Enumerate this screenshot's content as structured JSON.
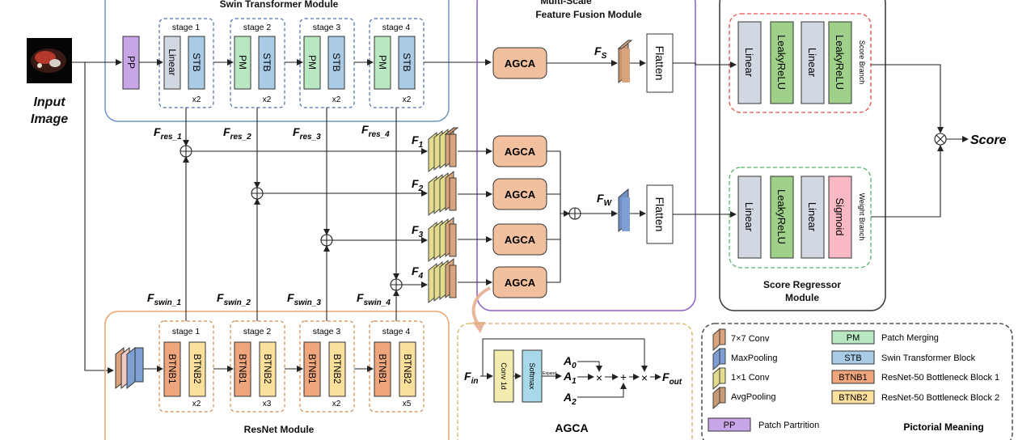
{
  "input": {
    "label_line1": "Input",
    "label_line2": "Image"
  },
  "swin": {
    "title": "Swin Transformer Module",
    "pp": "PP",
    "stages": [
      {
        "label": "stage 1",
        "a": "Linear",
        "b": "STB",
        "repeat": "x2"
      },
      {
        "label": "stage 2",
        "a": "PM",
        "b": "STB",
        "repeat": "x2"
      },
      {
        "label": "stage 3",
        "a": "PM",
        "b": "STB",
        "repeat": "x2"
      },
      {
        "label": "stage 4",
        "a": "PM",
        "b": "STB",
        "repeat": "x2"
      }
    ]
  },
  "resnet": {
    "title": "ResNet Module",
    "stages": [
      {
        "label": "stage 1",
        "a": "BTNB1",
        "b": "BTNB2",
        "repeat": "x2"
      },
      {
        "label": "stage 2",
        "a": "BTNB1",
        "b": "BTNB2",
        "repeat": "x3"
      },
      {
        "label": "stage 3",
        "a": "BTNB1",
        "b": "BTNB2",
        "repeat": "x2"
      },
      {
        "label": "stage 4",
        "a": "BTNB1",
        "b": "BTNB2",
        "repeat": "x5"
      }
    ]
  },
  "features": {
    "fres": [
      "F",
      "F",
      "F",
      "F"
    ],
    "fres_sub": [
      "res_1",
      "res_2",
      "res_3",
      "res_4"
    ],
    "fswin": [
      "F",
      "F",
      "F",
      "F"
    ],
    "fswin_sub": [
      "swin_1",
      "swin_2",
      "swin_3",
      "swin_4"
    ],
    "f": [
      "F",
      "F",
      "F",
      "F"
    ],
    "f_sub": [
      "1",
      "2",
      "3",
      "4"
    ],
    "fs": "F",
    "fs_sub": "S",
    "fw": "F",
    "fw_sub": "W"
  },
  "fusion": {
    "title_line1": "Multi-Scale",
    "title_line2": "Feature Fusion Module",
    "agca": "AGCA",
    "flatten": "Flatten"
  },
  "regressor": {
    "title_line1": "Score Regressor",
    "title_line2": "Module",
    "score_branch": {
      "label": "Score Branch",
      "blocks": [
        "Linear",
        "LeakyReLU",
        "Linear",
        "LeakyReLU"
      ]
    },
    "weight_branch": {
      "label": "Weight Branch",
      "blocks": [
        "Linear",
        "LeakyReLU",
        "Linear",
        "Sigmoid"
      ]
    },
    "output": "Score"
  },
  "agca_detail": {
    "title": "AGCA",
    "fin": "F",
    "fin_sub": "in",
    "conv": "Conv 1d",
    "softmax": "Softmax",
    "expand": "Expand",
    "a0": "A",
    "a0_sub": "0",
    "a1": "A",
    "a1_sub": "1",
    "a2": "A",
    "a2_sub": "2",
    "fout": "F",
    "fout_sub": "out",
    "times": "×",
    "plus": "+"
  },
  "legend": {
    "title": "Pictorial Meaning",
    "items": [
      {
        "kind": "slab",
        "color": "#d9a47c",
        "label": "7×7 Conv"
      },
      {
        "kind": "slab",
        "color": "#7d9fd4",
        "label": "MaxPooling"
      },
      {
        "kind": "slab",
        "color": "#e3dc8e",
        "label": "1×1 Conv"
      },
      {
        "kind": "slab",
        "color": "#c79b76",
        "label": "AvgPooling"
      },
      {
        "kind": "box",
        "color": "#b8e8c2",
        "abbr": "PM",
        "label": "Patch Merging"
      },
      {
        "kind": "box",
        "color": "#a9cbe6",
        "abbr": "STB",
        "label": "Swin Transformer Block"
      },
      {
        "kind": "box",
        "color": "#efa67d",
        "abbr": "BTNB1",
        "label": "ResNet-50 Bottleneck Block 1"
      },
      {
        "kind": "box",
        "color": "#fbe09b",
        "abbr": "BTNB2",
        "label": "ResNet-50 Bottleneck Block 2"
      },
      {
        "kind": "box",
        "color": "#c9a6e8",
        "abbr": "PP",
        "label": "Patch Partrition"
      }
    ]
  },
  "colors": {
    "pp": "#c9a6e8",
    "linear": "#d1d8e1",
    "stb": "#a9cbe6",
    "pm": "#b8e8c2",
    "btnb1": "#efa67d",
    "btnb2": "#fbe09b",
    "agca": "#f2c09e",
    "leaky": "#9fd18a",
    "sigmoid": "#f8b9c5",
    "conv1d": "#f3ecae",
    "softmax": "#a8d8ea",
    "swin_border": "#6b97c4",
    "resnet_border": "#e9a46c",
    "fusion_border": "#8a5cc2",
    "score_border": "#e0524a",
    "weight_border": "#57b36a",
    "agca_border": "#d9b15a"
  }
}
